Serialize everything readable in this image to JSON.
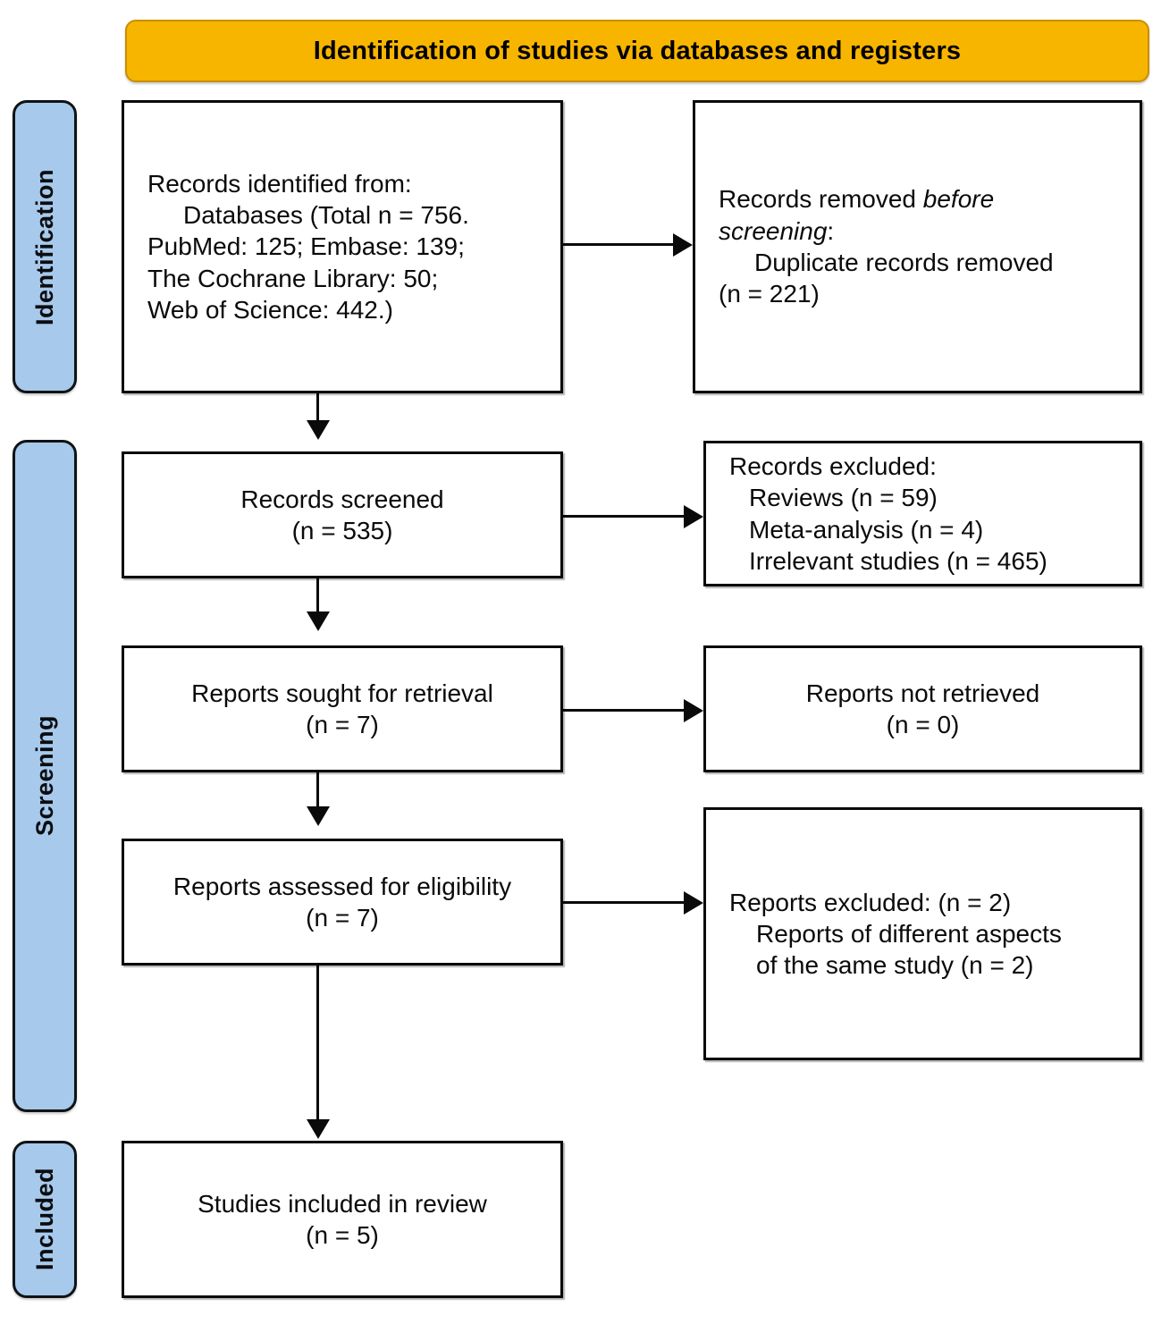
{
  "diagram": {
    "title": "Identification of studies via databases and registers",
    "type": "PRISMA flow diagram",
    "colors": {
      "banner_fill": "#F7B500",
      "banner_border": "#C98F00",
      "stage_fill": "#A7C9EB",
      "stage_border": "#0f1316",
      "node_border": "#0a0a0a",
      "node_fill": "#FFFFFF",
      "text": "#0A0A0A"
    }
  },
  "stages": [
    {
      "id": "identification",
      "label": "Identification"
    },
    {
      "id": "screening",
      "label": "Screening"
    },
    {
      "id": "included",
      "label": "Included"
    }
  ],
  "nodes": {
    "records_identified": {
      "lines": [
        "Records identified from:",
        "Databases (Total n = 756.",
        "PubMed: 125; Embase: 139;",
        "The Cochrane Library: 50;",
        "Web of Science: 442.)"
      ],
      "total": 756,
      "sources": [
        {
          "name": "PubMed",
          "count": 125
        },
        {
          "name": "Embase",
          "count": 139
        },
        {
          "name": "The Cochrane Library",
          "count": 50
        },
        {
          "name": "Web of Science",
          "count": 442
        }
      ]
    },
    "records_removed": {
      "line1_plain": "Records removed ",
      "line1_italic": "before",
      "line2_italic": "screening",
      "line2_plain": ":",
      "line3": "Duplicate records removed",
      "line4": "(n = 221)",
      "count": 221
    },
    "records_screened": {
      "line1": "Records screened",
      "line2": "(n = 535)",
      "count": 535
    },
    "records_excluded": {
      "line1": "Records excluded:",
      "line2": "Reviews (n = 59)",
      "line3": "Meta-analysis (n = 4)",
      "line4": "Irrelevant studies (n = 465)",
      "reasons": [
        {
          "reason": "Reviews",
          "count": 59
        },
        {
          "reason": "Meta-analysis",
          "count": 4
        },
        {
          "reason": "Irrelevant studies",
          "count": 465
        }
      ]
    },
    "reports_sought": {
      "line1": "Reports sought for retrieval",
      "line2": "(n = 7)",
      "count": 7
    },
    "reports_not_retrieved": {
      "line1": "Reports not retrieved",
      "line2": "(n = 0)",
      "count": 0
    },
    "reports_assessed": {
      "line1": "Reports assessed for eligibility",
      "line2": "(n = 7)",
      "count": 7
    },
    "reports_excluded": {
      "line1": "Reports excluded: (n = 2)",
      "line2": "Reports of different aspects",
      "line3": "of the same study (n = 2)",
      "count": 2
    },
    "studies_included": {
      "line1": "Studies included in review",
      "line2": "(n = 5)",
      "count": 5
    }
  }
}
